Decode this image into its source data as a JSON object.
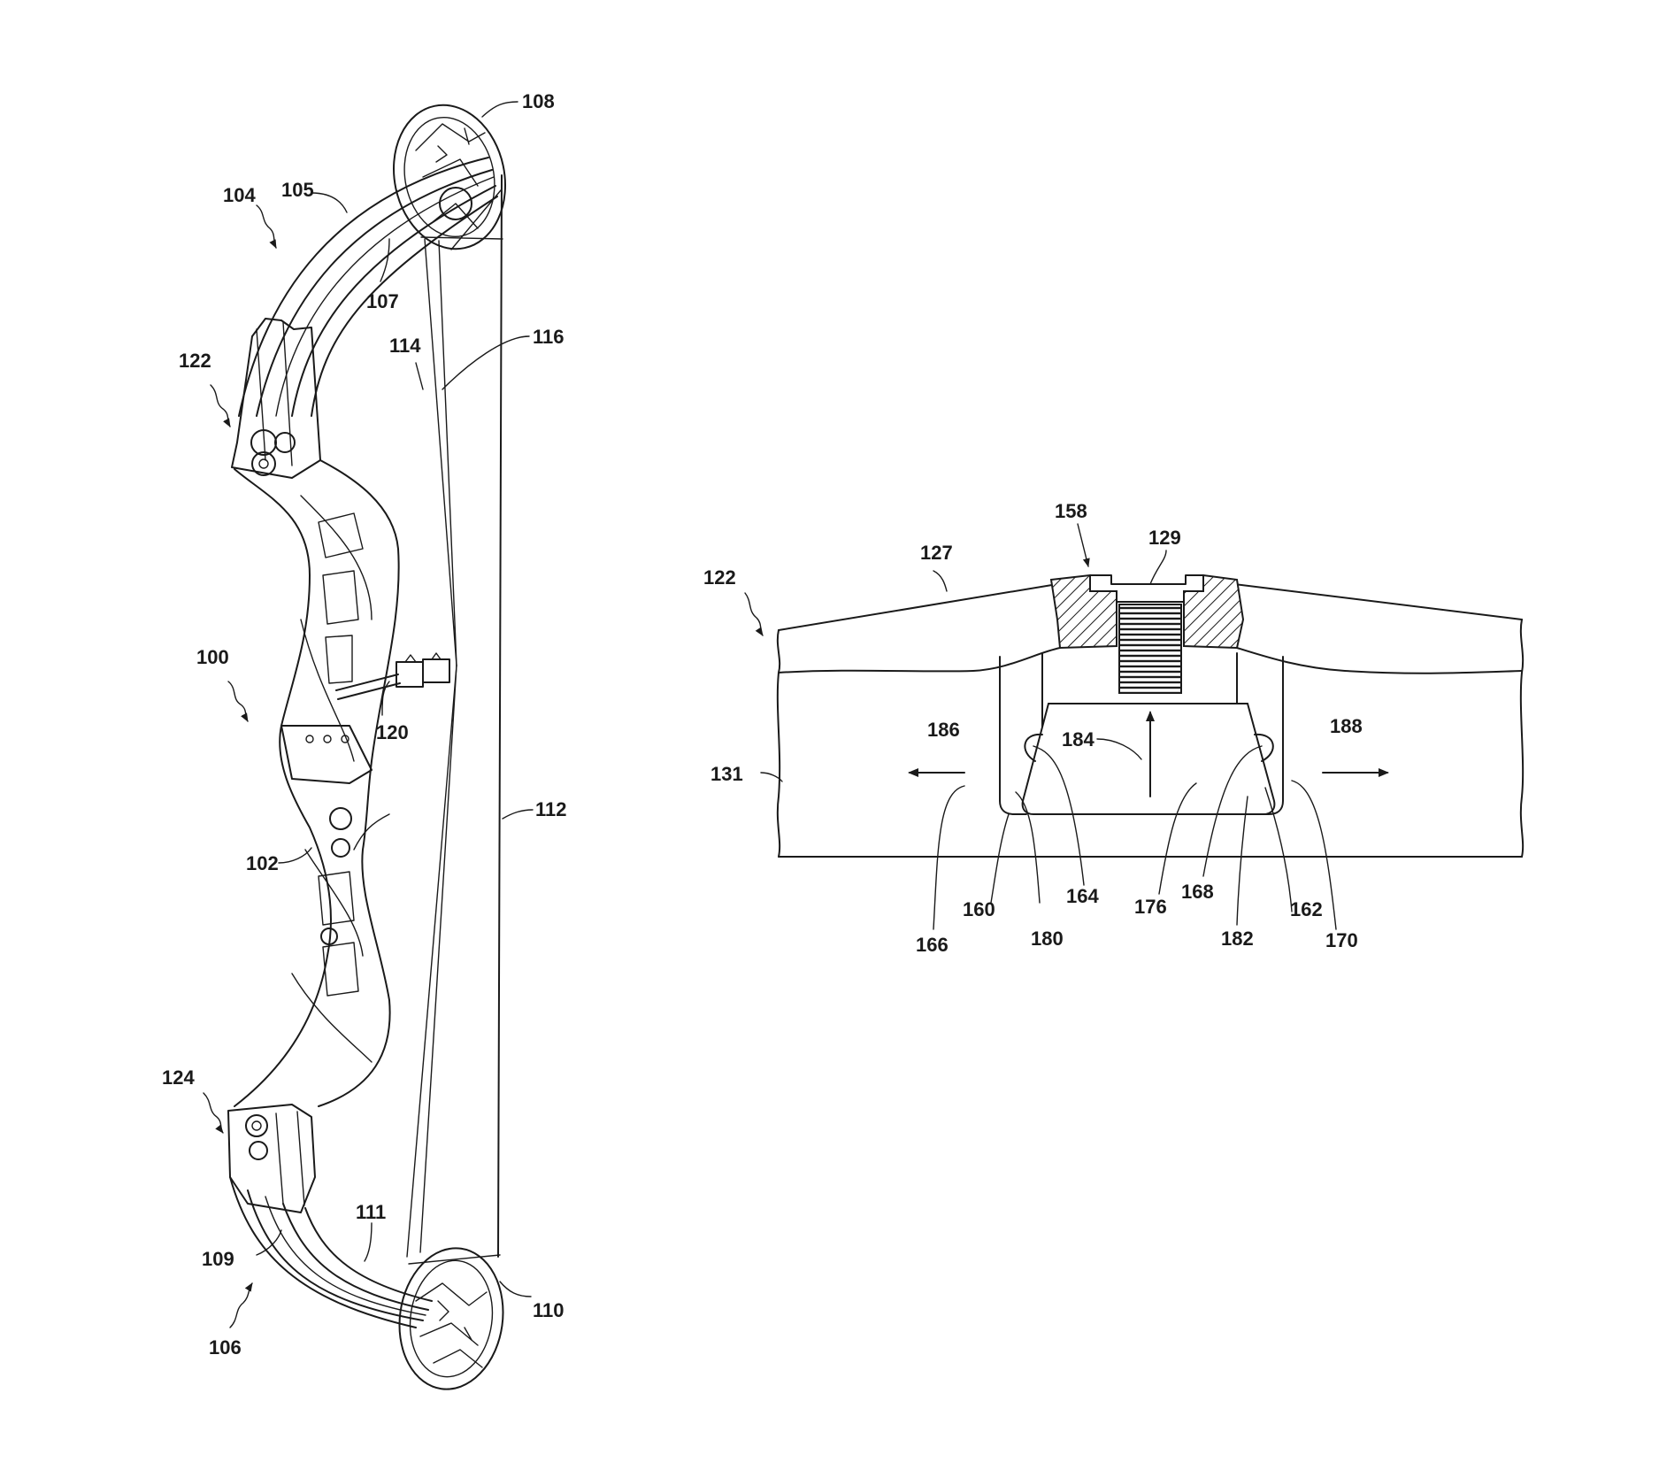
{
  "figure_left": {
    "labels": {
      "n100": "100",
      "n102": "102",
      "n104": "104",
      "n105": "105",
      "n106": "106",
      "n107": "107",
      "n108": "108",
      "n109": "109",
      "n110": "110",
      "n111": "111",
      "n112": "112",
      "n114": "114",
      "n116": "116",
      "n120": "120",
      "n122": "122",
      "n124": "124"
    }
  },
  "figure_right": {
    "labels": {
      "n122": "122",
      "n127": "127",
      "n129": "129",
      "n131": "131",
      "n158": "158",
      "n160": "160",
      "n162": "162",
      "n164": "164",
      "n166": "166",
      "n168": "168",
      "n170": "170",
      "n176": "176",
      "n180": "180",
      "n182": "182",
      "n184": "184",
      "n186": "186",
      "n188": "188"
    }
  }
}
